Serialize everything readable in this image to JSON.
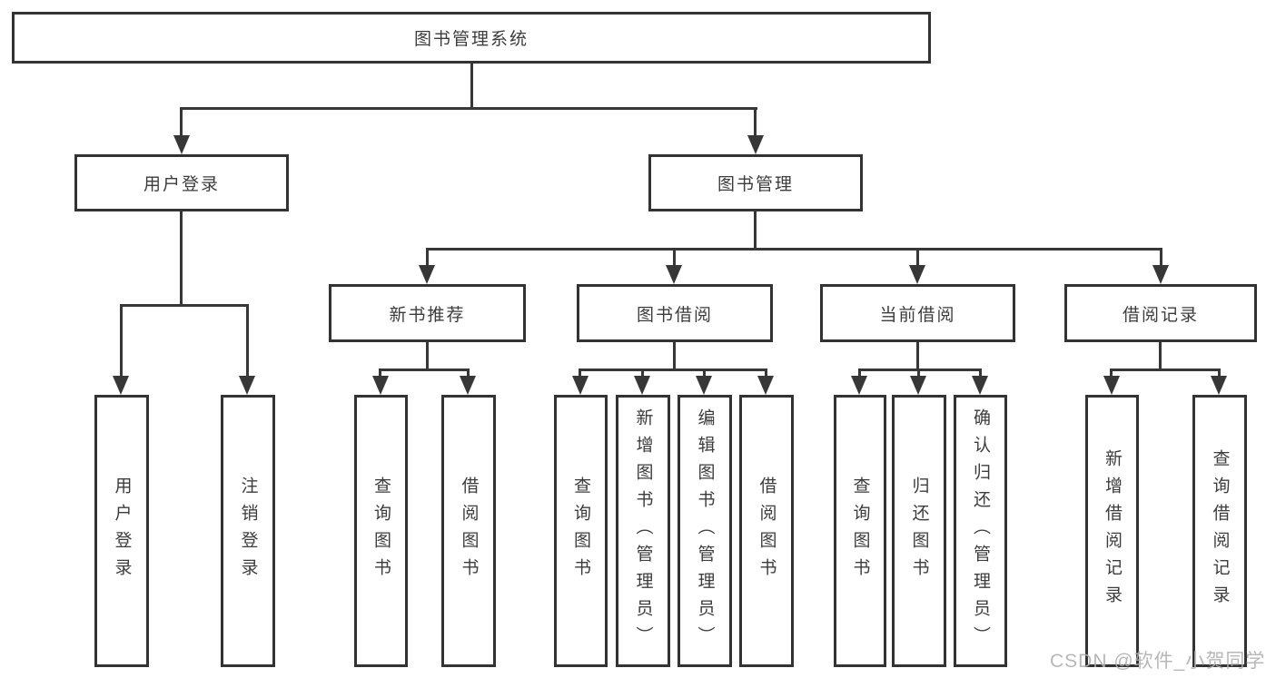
{
  "diagram": {
    "nodes": {
      "root": "图书管理系统",
      "user_login": "用户登录",
      "book_mgmt": "图书管理",
      "new_books": "新书推荐",
      "book_borrow": "图书借阅",
      "current_borrow": "当前借阅",
      "borrow_records": "借阅记录",
      "ul_login": "用户登录",
      "ul_logout": "注销登录",
      "nb_query_book": "查询图书",
      "nb_borrow_book": "借阅图书",
      "bb_query_book": "查询图书",
      "bb_add_book": "新增图书（管理员）",
      "bb_edit_book": "编辑图书（管理员）",
      "bb_borrow_book": "借阅图书",
      "cb_query_book": "查询图书",
      "cb_return_book": "归还图书",
      "cb_confirm_return": "确认归还（管理员）",
      "br_add_record": "新增借阅记录",
      "br_query_record": "查询借阅记录"
    },
    "colors": {
      "line": "#373737",
      "border": "#333333",
      "text": "#3c3c3c",
      "watermark": "#afafaf"
    }
  },
  "watermark": "CSDN @软件_小贺同学"
}
